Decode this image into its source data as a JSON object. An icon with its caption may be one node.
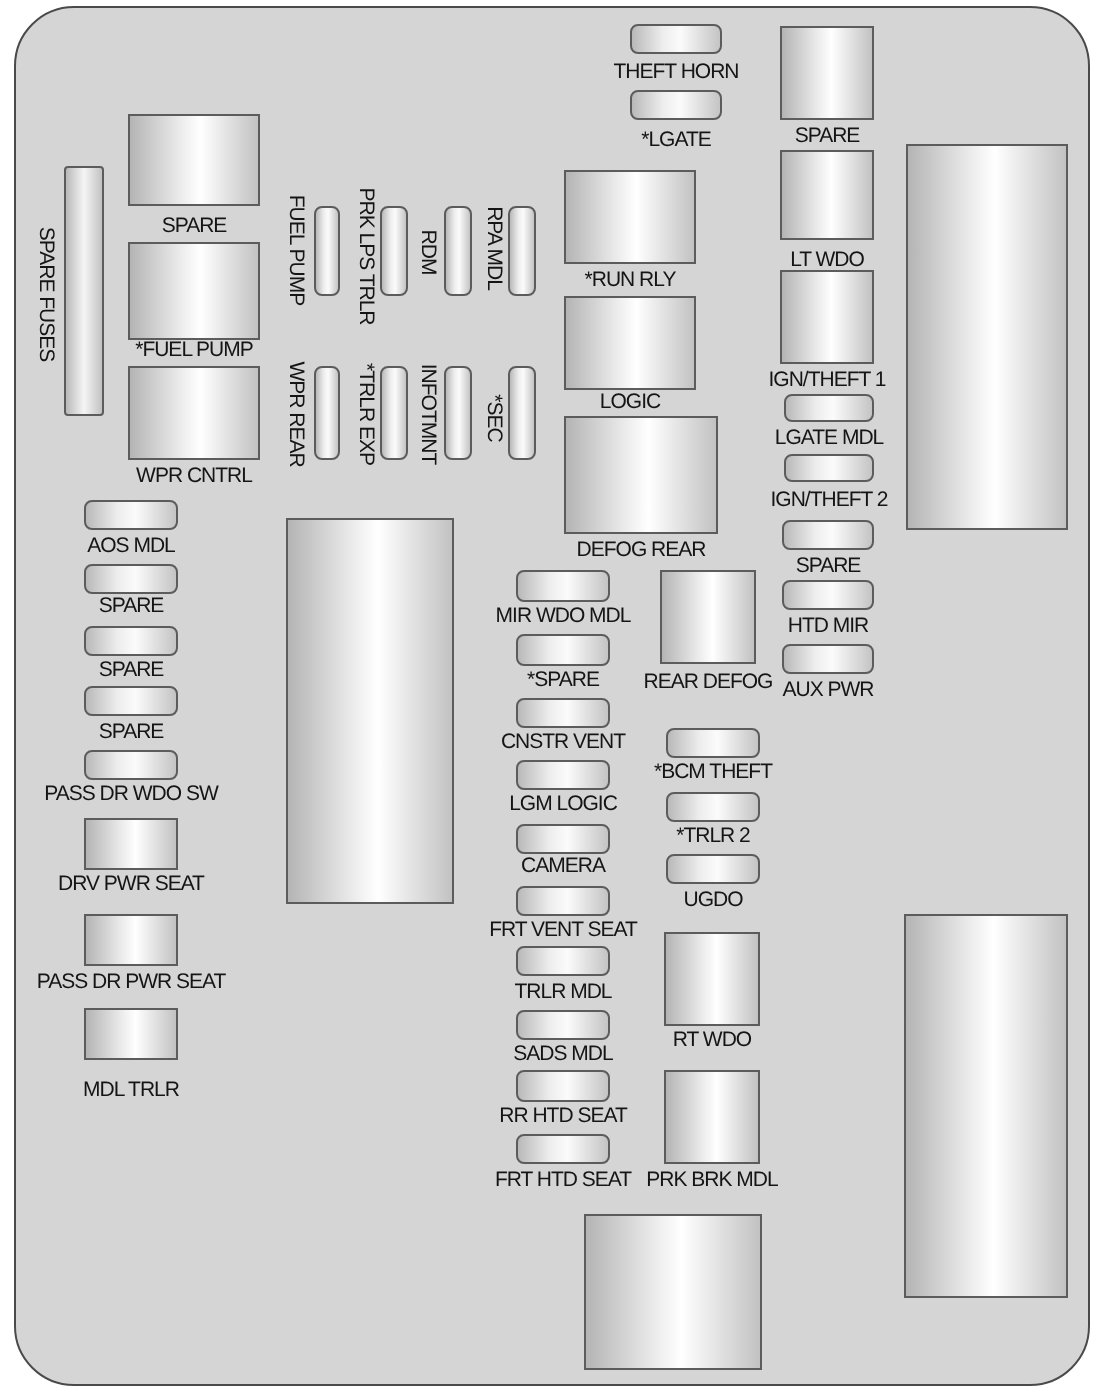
{
  "diagram": {
    "nodes": [
      {
        "text": [
          "SPARE FUSES"
        ]
      },
      {
        "text": [
          "SPARE"
        ]
      },
      {
        "text": [
          "*FUEL PUMP"
        ]
      },
      {
        "text": [
          "WPR CNTRL"
        ]
      },
      {
        "text": [
          "FUEL PUMP"
        ]
      },
      {
        "text": [
          "PRK LPS TRLR"
        ]
      },
      {
        "text": [
          "RDM"
        ]
      },
      {
        "text": [
          "RPA MDL"
        ]
      },
      {
        "text": [
          "WPR REAR"
        ]
      },
      {
        "text": [
          "*TRLR EXP"
        ]
      },
      {
        "text": [
          "INFOTMNT"
        ]
      },
      {
        "text": [
          "*SEC"
        ]
      },
      {
        "text": [
          "THEFT HORN"
        ]
      },
      {
        "text": [
          "*LGATE"
        ]
      },
      {
        "text": [
          "*RUN RLY"
        ]
      },
      {
        "text": [
          "LOGIC"
        ]
      },
      {
        "text": [
          "DEFOG REAR"
        ]
      },
      {
        "text": [
          "SPARE"
        ]
      },
      {
        "text": [
          "LT WDO"
        ]
      },
      {
        "text": [
          "IGN/THEFT 1"
        ]
      },
      {
        "text": [
          "LGATE MDL"
        ]
      },
      {
        "text": [
          "IGN/THEFT 2"
        ]
      },
      {
        "text": [
          "SPARE"
        ]
      },
      {
        "text": [
          "HTD MIR"
        ]
      },
      {
        "text": [
          "AUX PWR"
        ]
      },
      {
        "text": [],
        "shape": "box"
      },
      {
        "text": [
          "AOS MDL"
        ]
      },
      {
        "text": [
          "SPARE"
        ]
      },
      {
        "text": [
          "SPARE"
        ]
      },
      {
        "text": [
          "SPARE"
        ]
      },
      {
        "text": [
          "PASS DR WDO SW"
        ]
      },
      {
        "text": [
          "DRV PWR SEAT"
        ]
      },
      {
        "text": [
          "PASS DR PWR SEAT"
        ]
      },
      {
        "text": [
          "MDL TRLR"
        ]
      },
      {
        "text": [],
        "shape": "box"
      },
      {
        "text": [
          "MIR WDO MDL"
        ]
      },
      {
        "text": [
          "*SPARE"
        ]
      },
      {
        "text": [
          "CNSTR VENT"
        ]
      },
      {
        "text": [
          "LGM LOGIC"
        ]
      },
      {
        "text": [
          "CAMERA"
        ]
      },
      {
        "text": [
          "FRT VENT SEAT"
        ]
      },
      {
        "text": [
          "TRLR MDL"
        ]
      },
      {
        "text": [
          "SADS MDL"
        ]
      },
      {
        "text": [
          "RR HTD SEAT"
        ]
      },
      {
        "text": [
          "FRT HTD SEAT"
        ]
      },
      {
        "text": [
          "REAR DEFOG"
        ]
      },
      {
        "text": [
          "*BCM THEFT"
        ]
      },
      {
        "text": [
          "*TRLR 2"
        ]
      },
      {
        "text": [
          "UGDO"
        ]
      },
      {
        "text": [
          "RT WDO"
        ]
      },
      {
        "text": [
          "PRK BRK MDL"
        ]
      },
      {
        "text": [],
        "shape": "box"
      },
      {
        "text": [],
        "shape": "box"
      }
    ]
  }
}
